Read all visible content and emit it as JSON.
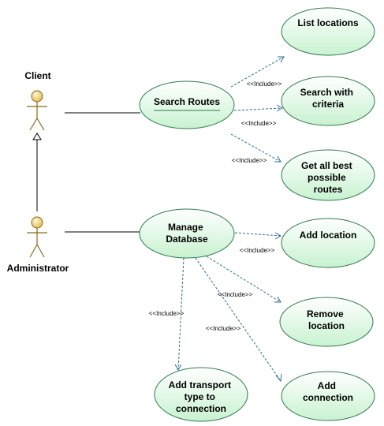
{
  "actors": {
    "client": {
      "label": "Client"
    },
    "administrator": {
      "label": "Administrator"
    }
  },
  "use_cases": {
    "search_routes": {
      "lines": [
        "Search Routes"
      ]
    },
    "list_locations": {
      "lines": [
        "List locations"
      ]
    },
    "search_with_criteria": {
      "lines": [
        "Search with",
        "criteria"
      ]
    },
    "get_all_best_routes": {
      "lines": [
        "Get all best",
        "possible",
        "routes"
      ]
    },
    "manage_database": {
      "lines": [
        "Manage",
        "Database"
      ]
    },
    "add_location": {
      "lines": [
        "Add location"
      ]
    },
    "remove_location": {
      "lines": [
        "Remove",
        "location"
      ]
    },
    "add_connection": {
      "lines": [
        "Add",
        "connection"
      ]
    },
    "add_transport_type": {
      "lines": [
        "Add transport",
        "type to",
        "connection"
      ]
    }
  },
  "relations": {
    "include_label": "<<Include>>"
  },
  "colors": {
    "use_case_fill_light": "#ffffff",
    "use_case_fill_dark": "#c8f2d0",
    "use_case_stroke": "#2f7a4f",
    "include_arrow": "#2b6f8a",
    "actor_stroke": "#8a6a1a",
    "actor_head": "#f2d27a"
  }
}
